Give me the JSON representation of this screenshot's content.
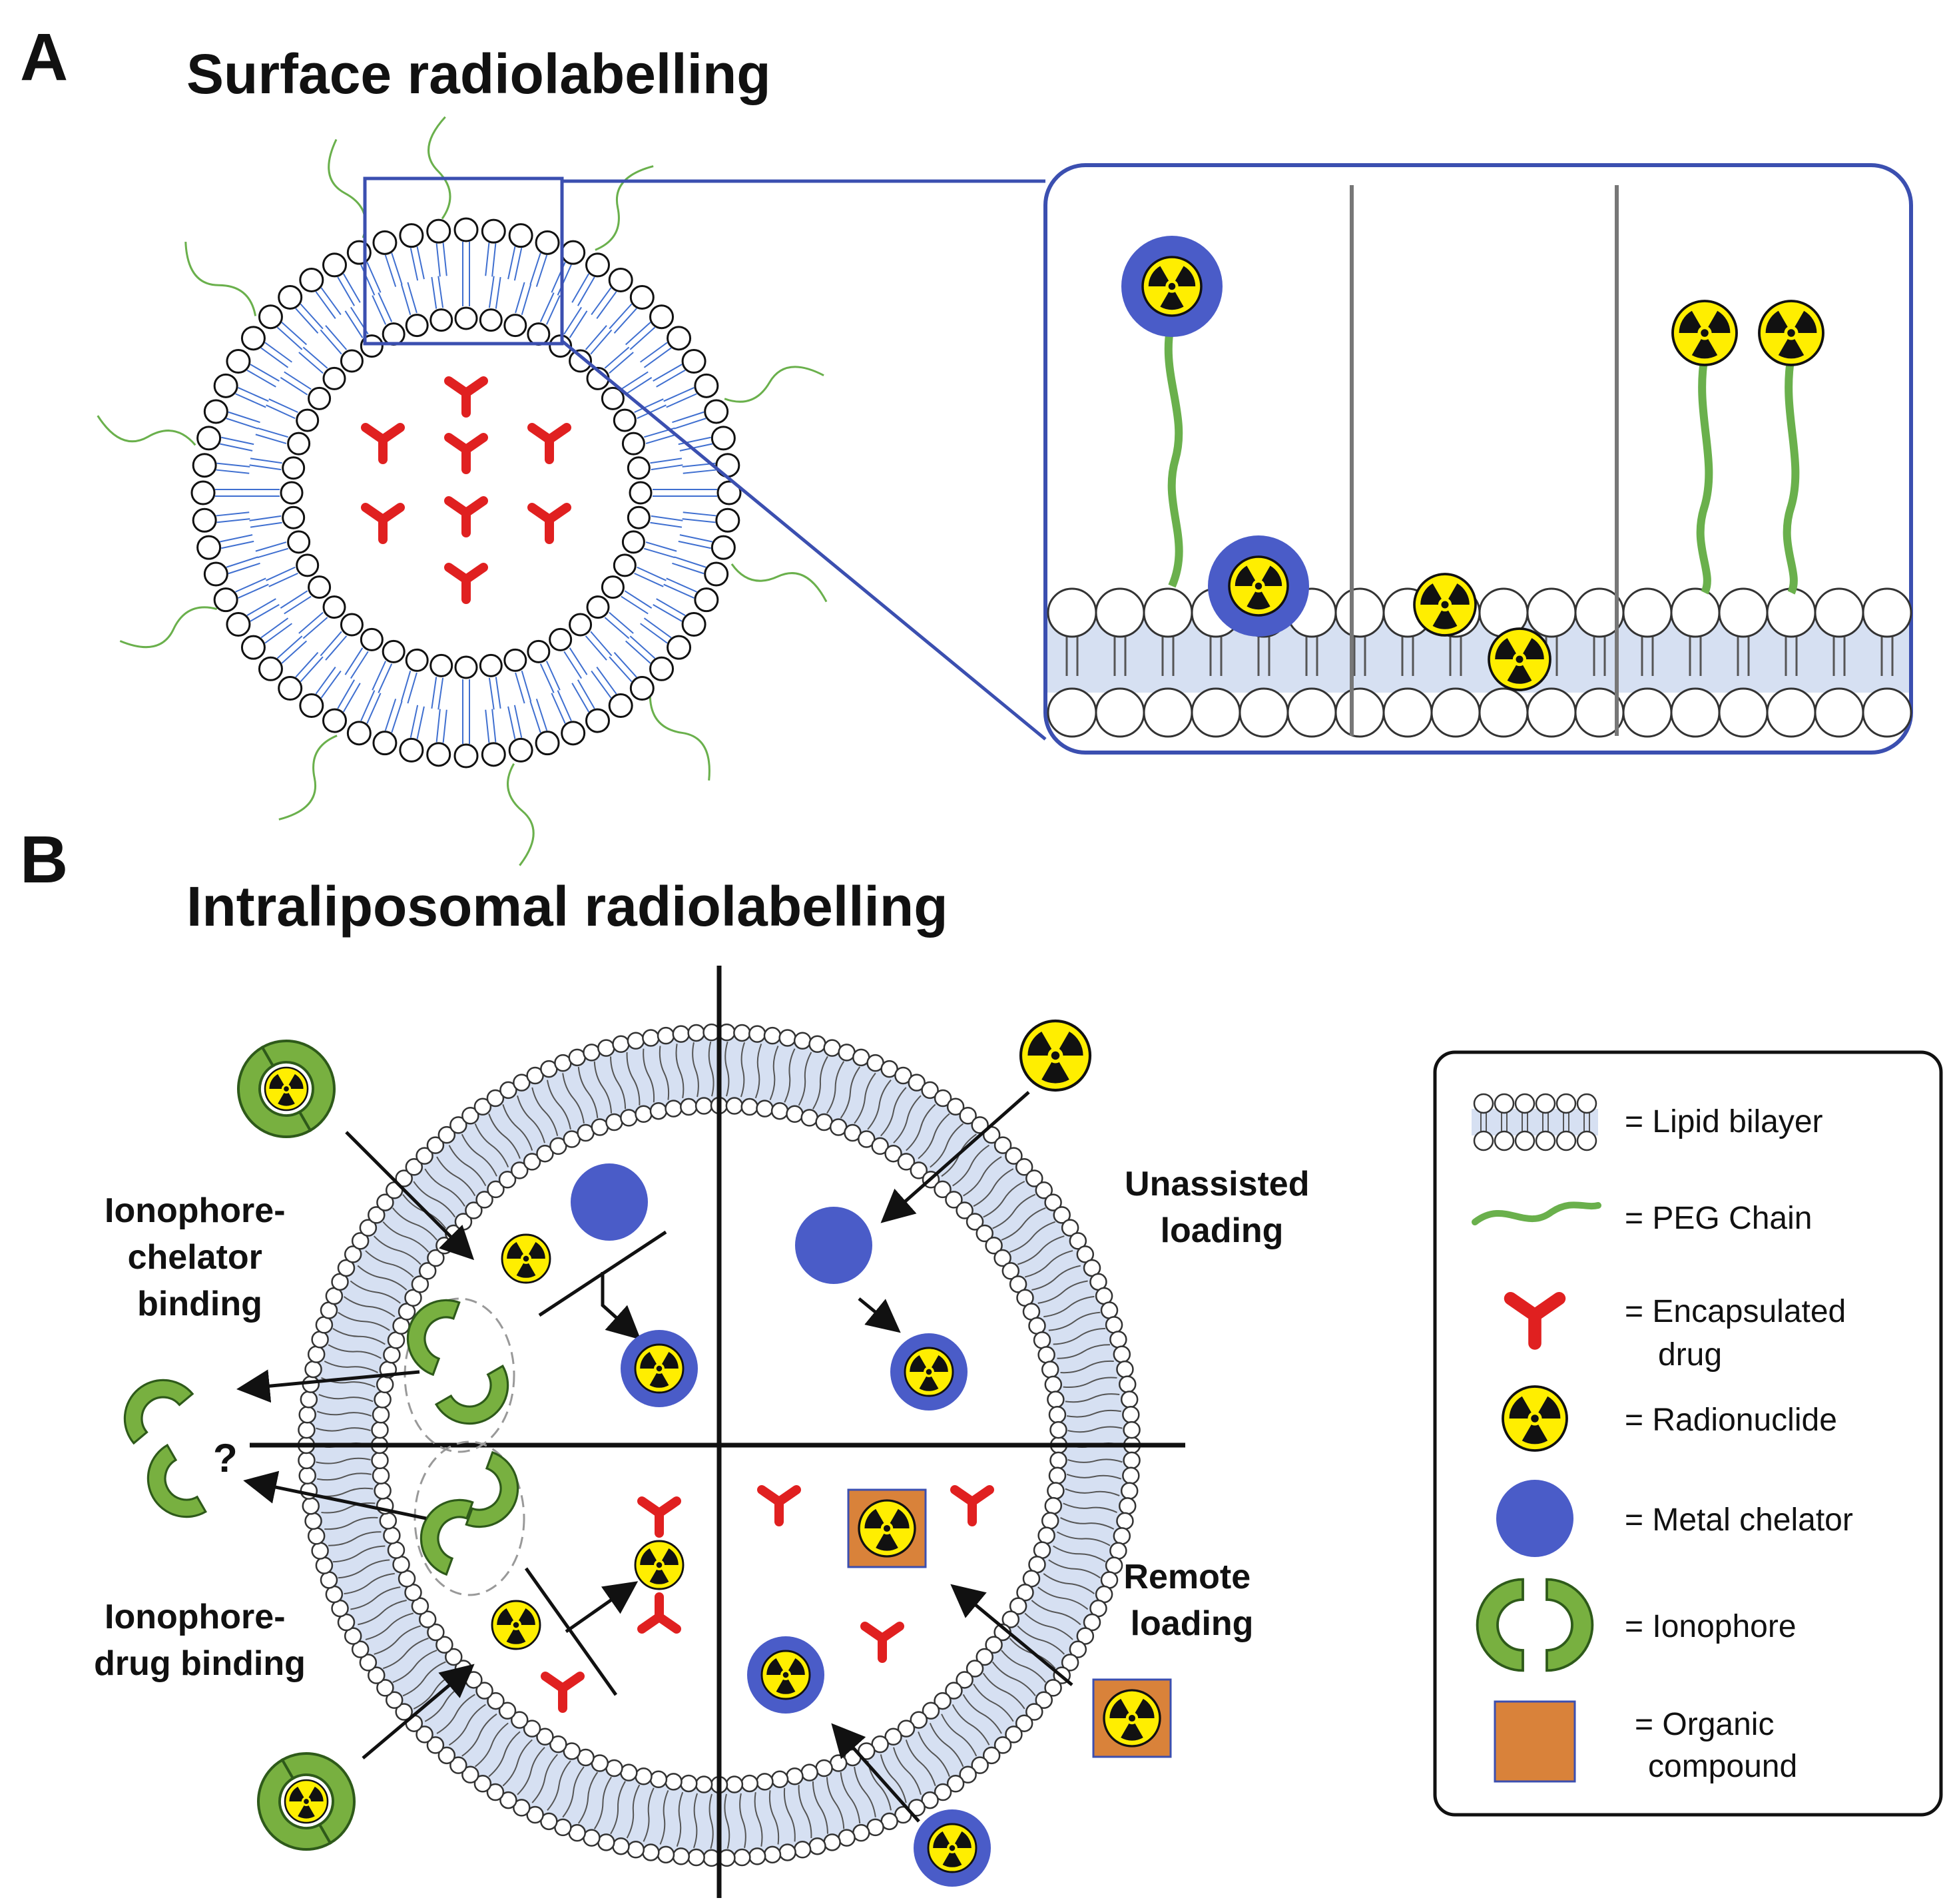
{
  "panel_a": {
    "letter": "A",
    "title": "Surface radiolabelling"
  },
  "panel_b": {
    "letter": "B",
    "title": "Intraliposomal radiolabelling",
    "quadrants": {
      "ionophore_chelator": [
        "Ionophore-",
        "chelator",
        "binding"
      ],
      "unassisted": [
        "Unassisted",
        "loading"
      ],
      "ionophore_drug": [
        "Ionophore-",
        "drug binding"
      ],
      "remote": [
        "Remote",
        "loading"
      ]
    },
    "unknown_marker": "?"
  },
  "legend": {
    "items": [
      {
        "key": "lipid-bilayer",
        "lines": [
          "= Lipid bilayer"
        ]
      },
      {
        "key": "peg-chain",
        "lines": [
          "= PEG Chain"
        ]
      },
      {
        "key": "encapsulated-drug",
        "lines": [
          "= Encapsulated",
          "drug"
        ]
      },
      {
        "key": "radionuclide",
        "lines": [
          "= Radionuclide"
        ]
      },
      {
        "key": "metal-chelator",
        "lines": [
          "= Metal chelator"
        ]
      },
      {
        "key": "ionophore",
        "lines": [
          "= Ionophore"
        ]
      },
      {
        "key": "organic-compound",
        "lines": [
          "= Organic",
          "compound"
        ]
      }
    ]
  },
  "colors": {
    "lipid_tail": "#3f6fd0",
    "bilayer_fill": "#d6e0f2",
    "peg": "#6ab04c",
    "drug": "#e02020",
    "radionuclide": "#ffee00",
    "chelator": "#4a5cc8",
    "ionophore": "#78b040",
    "organic": "#d9823a",
    "frame": "#3b4fb0"
  }
}
